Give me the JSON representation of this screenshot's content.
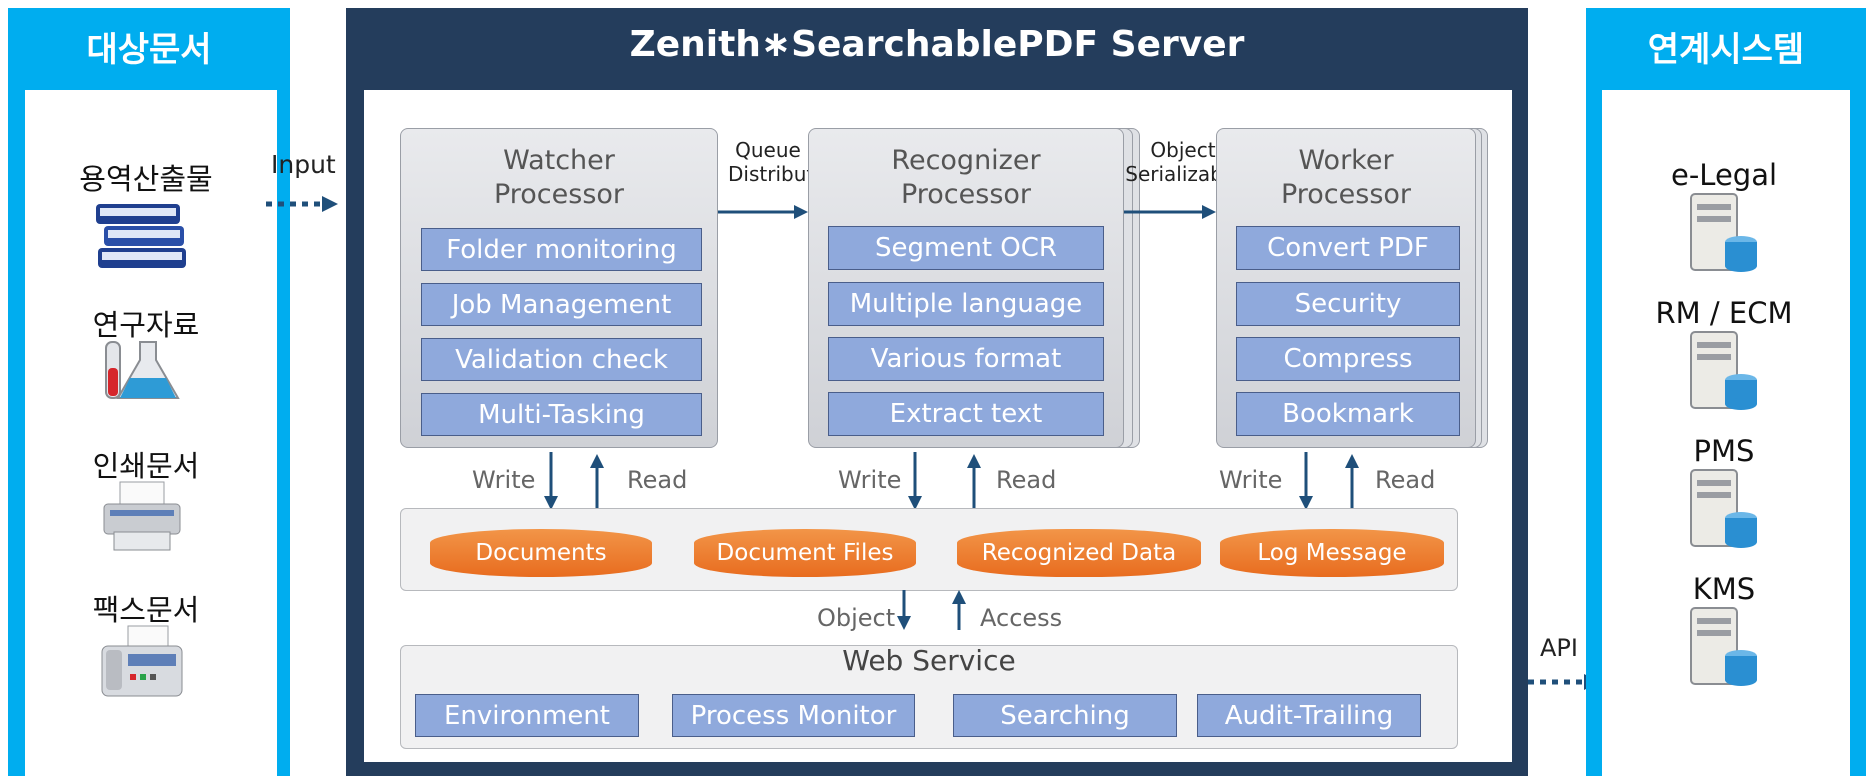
{
  "left_panel": {
    "title": "대상문서",
    "items": [
      {
        "label": "용역산출물",
        "icon": "books-icon"
      },
      {
        "label": "연구자료",
        "icon": "lab-flask-icon"
      },
      {
        "label": "인쇄문서",
        "icon": "printer-icon"
      },
      {
        "label": "팩스문서",
        "icon": "fax-icon"
      }
    ]
  },
  "input_label": "Input",
  "server": {
    "title": "Zenith∗SearchablePDF Server",
    "watcher": {
      "title_line1": "Watcher",
      "title_line2": "Processor",
      "features": [
        "Folder monitoring",
        "Job Management",
        "Validation check",
        "Multi-Tasking"
      ]
    },
    "recognizer": {
      "title_line1": "Recognizer",
      "title_line2": "Processor",
      "features": [
        "Segment OCR",
        "Multiple language",
        "Various format",
        "Extract text"
      ]
    },
    "worker": {
      "title_line1": "Worker",
      "title_line2": "Processor",
      "features": [
        "Convert PDF",
        "Security",
        "Compress",
        "Bookmark"
      ]
    },
    "queue_label_line1": "Queue",
    "queue_label_line2": "Distribute",
    "object_label_line1": "Object",
    "object_label_line2": "Serializable",
    "write_label": "Write",
    "read_label": "Read",
    "stores": [
      "Documents",
      "Document Files",
      "Recognized Data",
      "Log Message"
    ],
    "object_access": {
      "object": "Object",
      "access": "Access"
    },
    "web_service": {
      "title": "Web Service",
      "features": [
        "Environment",
        "Process Monitor",
        "Searching",
        "Audit-Trailing"
      ]
    }
  },
  "api_label": "API",
  "right_panel": {
    "title": "연계시스템",
    "systems": [
      "e-Legal",
      "RM / ECM",
      "PMS",
      "KMS"
    ]
  },
  "colors": {
    "side_blue": "#00adef",
    "server_navy": "#243d5c",
    "feature_blue": "#8fa9dc",
    "store_orange": "#ee7b2e",
    "arrow": "#1f4f7a"
  }
}
